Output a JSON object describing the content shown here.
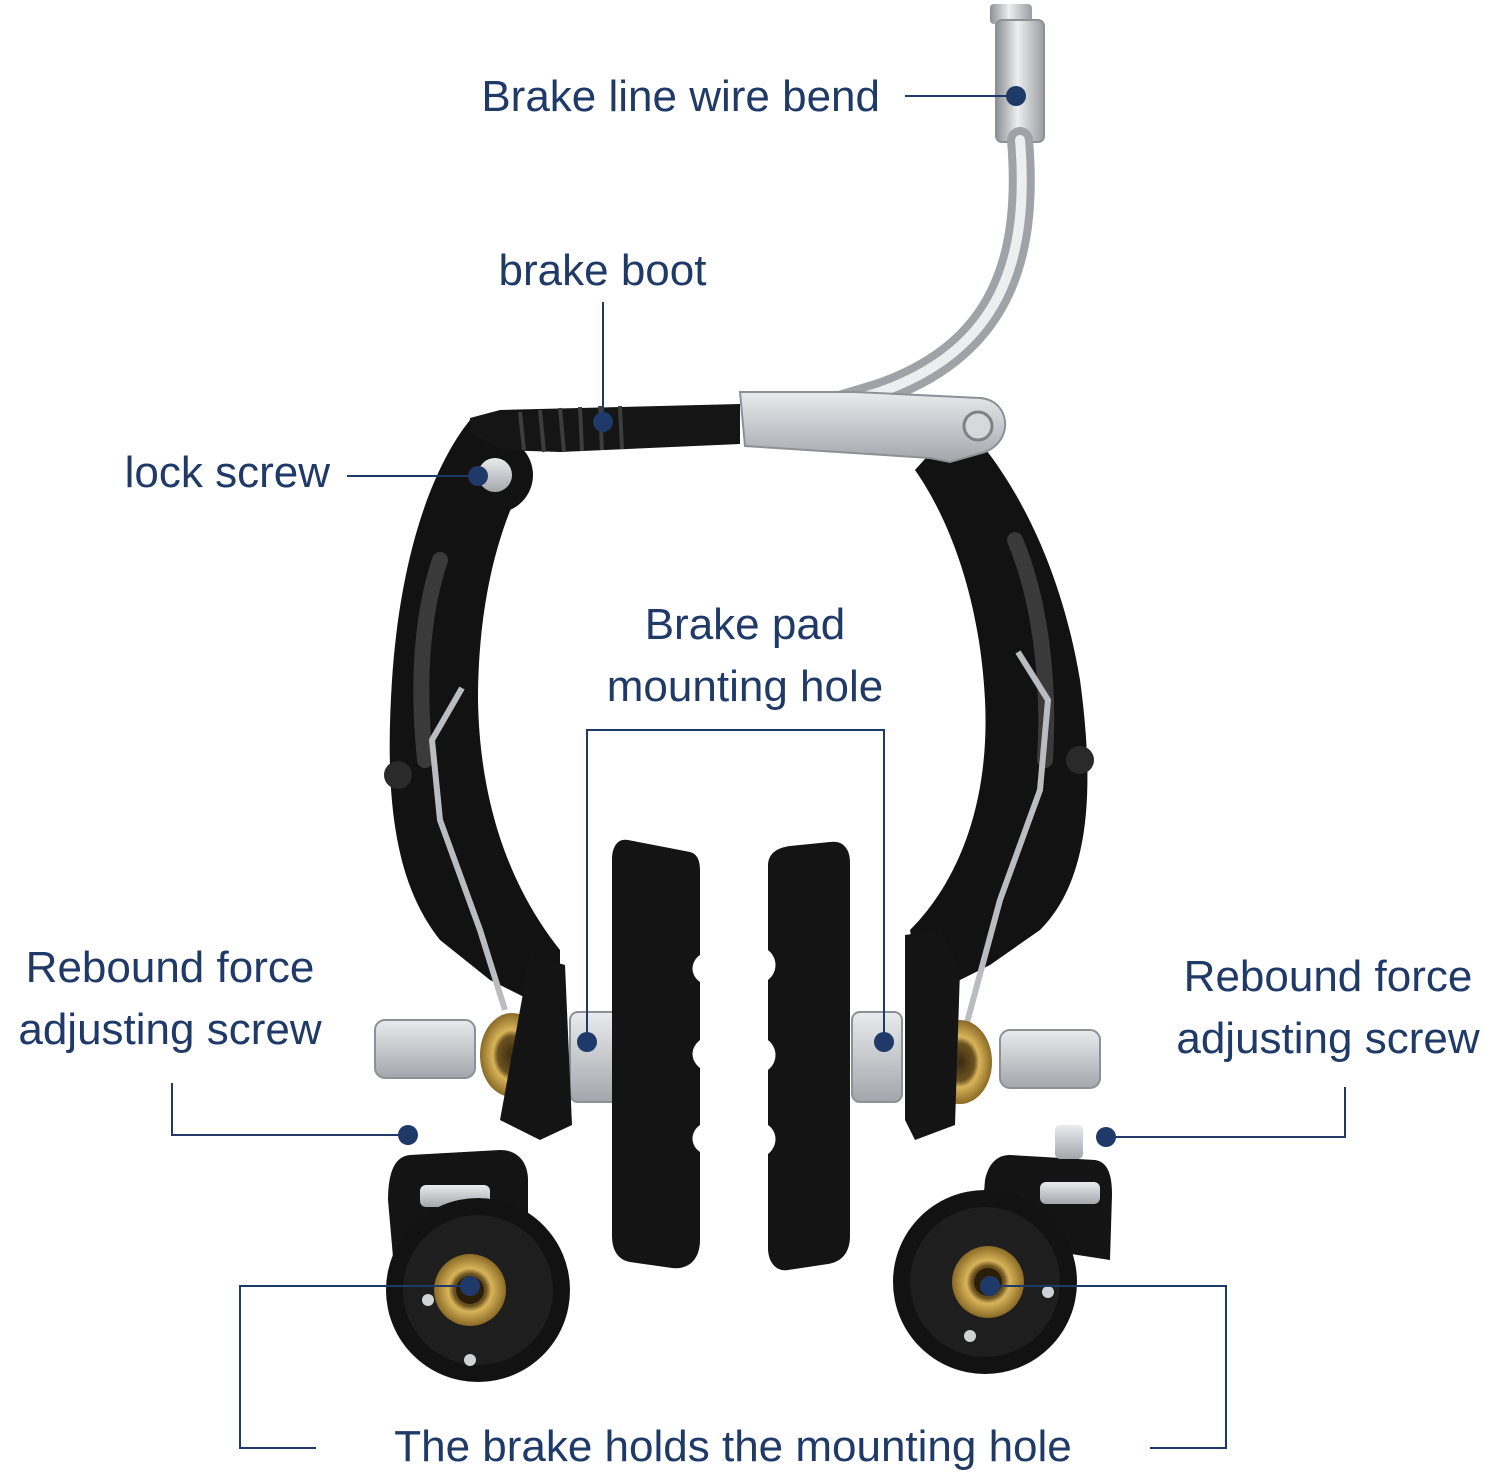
{
  "colors": {
    "label": "#1f3a68",
    "leader": "#1f3a68",
    "metal_black": "#111111",
    "aluminium": "#c9cbce",
    "brass": "#b8912f"
  },
  "labels": {
    "wire_bend": "Brake line wire bend",
    "boot": "brake boot",
    "lock_screw": "lock screw",
    "pad_hole_line1": "Brake pad",
    "pad_hole_line2": "mounting hole",
    "rebound_left_line1": "Rebound force",
    "rebound_left_line2": "adjusting screw",
    "rebound_right_line1": "Rebound force",
    "rebound_right_line2": "adjusting screw",
    "holds_hole": "The brake holds the mounting hole"
  }
}
